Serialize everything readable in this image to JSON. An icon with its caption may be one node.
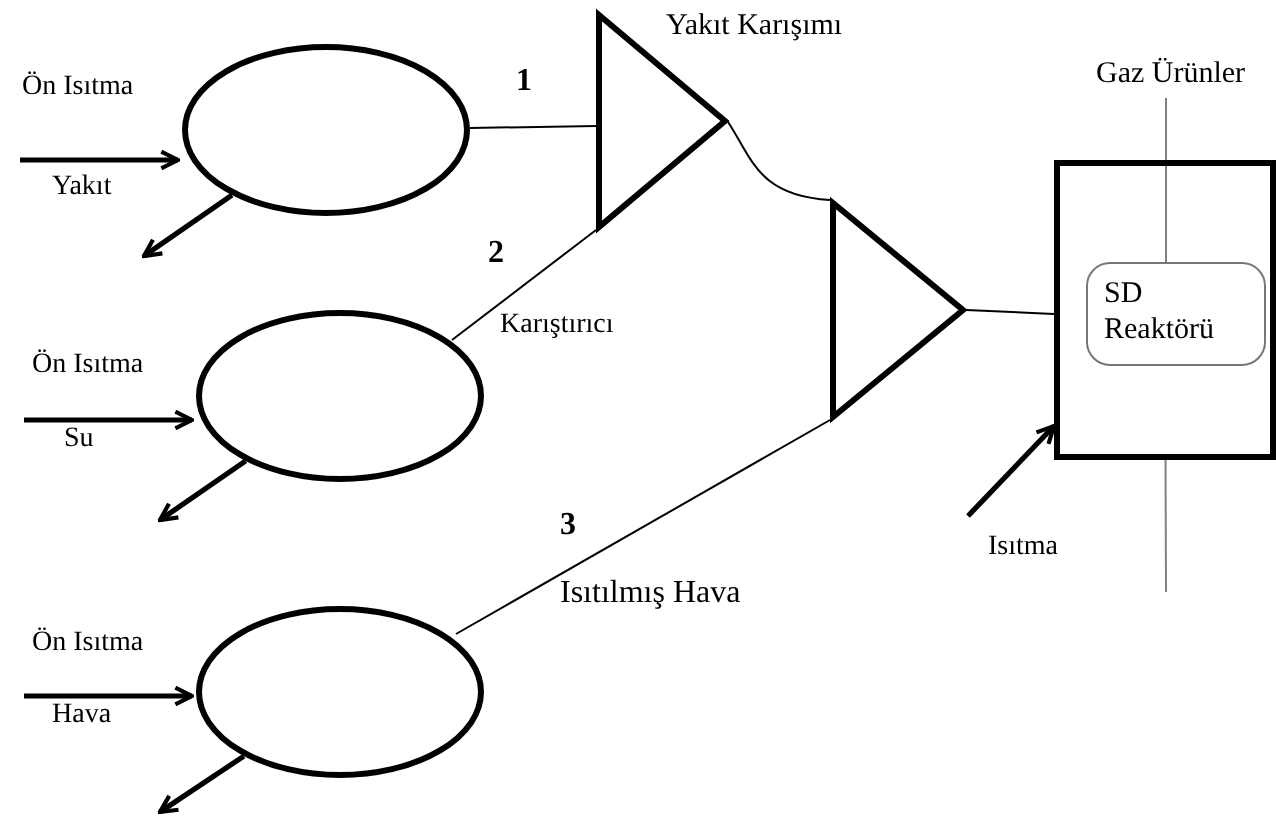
{
  "diagram": {
    "nodes": [
      {
        "text": [],
        "shape": "circle"
      },
      {
        "text": [],
        "shape": "circle"
      },
      {
        "text": [],
        "shape": "circle"
      },
      {
        "text": [],
        "shape": "triangle"
      },
      {
        "text": [],
        "shape": "triangle"
      },
      {
        "text": [],
        "shape": "box"
      },
      {
        "text": [
          "SD Reaktörü"
        ],
        "in": 5
      },
      {
        "text": [
          "Gaz Ürünler"
        ]
      }
    ],
    "edges": [
      {
        "from": 0,
        "to": 3,
        "arrow": "none",
        "label": "1"
      },
      {
        "from": 1,
        "to": 3,
        "arrow": "none",
        "label": "2"
      },
      {
        "from": 2,
        "to": 4,
        "arrow": "none",
        "label": "3"
      },
      {
        "from": 3,
        "to": 4,
        "arrow": "none"
      },
      {
        "from": 4,
        "to": 5,
        "arrow": "none"
      },
      {
        "from": null,
        "to": 0,
        "arrow": "to",
        "style": "thick"
      },
      {
        "from": 0,
        "to": null,
        "arrow": "to",
        "style": "thick"
      },
      {
        "from": null,
        "to": 1,
        "arrow": "to",
        "style": "thick"
      },
      {
        "from": 1,
        "to": null,
        "arrow": "to",
        "style": "thick"
      },
      {
        "from": null,
        "to": 2,
        "arrow": "to",
        "style": "thick"
      },
      {
        "from": 2,
        "to": null,
        "arrow": "to",
        "style": "thick"
      },
      {
        "from": null,
        "to": 5,
        "arrow": "to",
        "style": "thick"
      },
      {
        "from": 6,
        "to": 7,
        "arrow": "none",
        "color": "#808080"
      },
      {
        "from": 5,
        "to": null,
        "arrow": "none",
        "color": "#808080"
      }
    ],
    "labels": [
      "Ön Isıtma",
      "Yakıt",
      "Yakıt Karışımı",
      "Karıştırıcı",
      "Ön Isıtma",
      "Su",
      "Isıtılmış Hava",
      "Ön Isıtma",
      "Hava",
      "Isıtma"
    ]
  }
}
